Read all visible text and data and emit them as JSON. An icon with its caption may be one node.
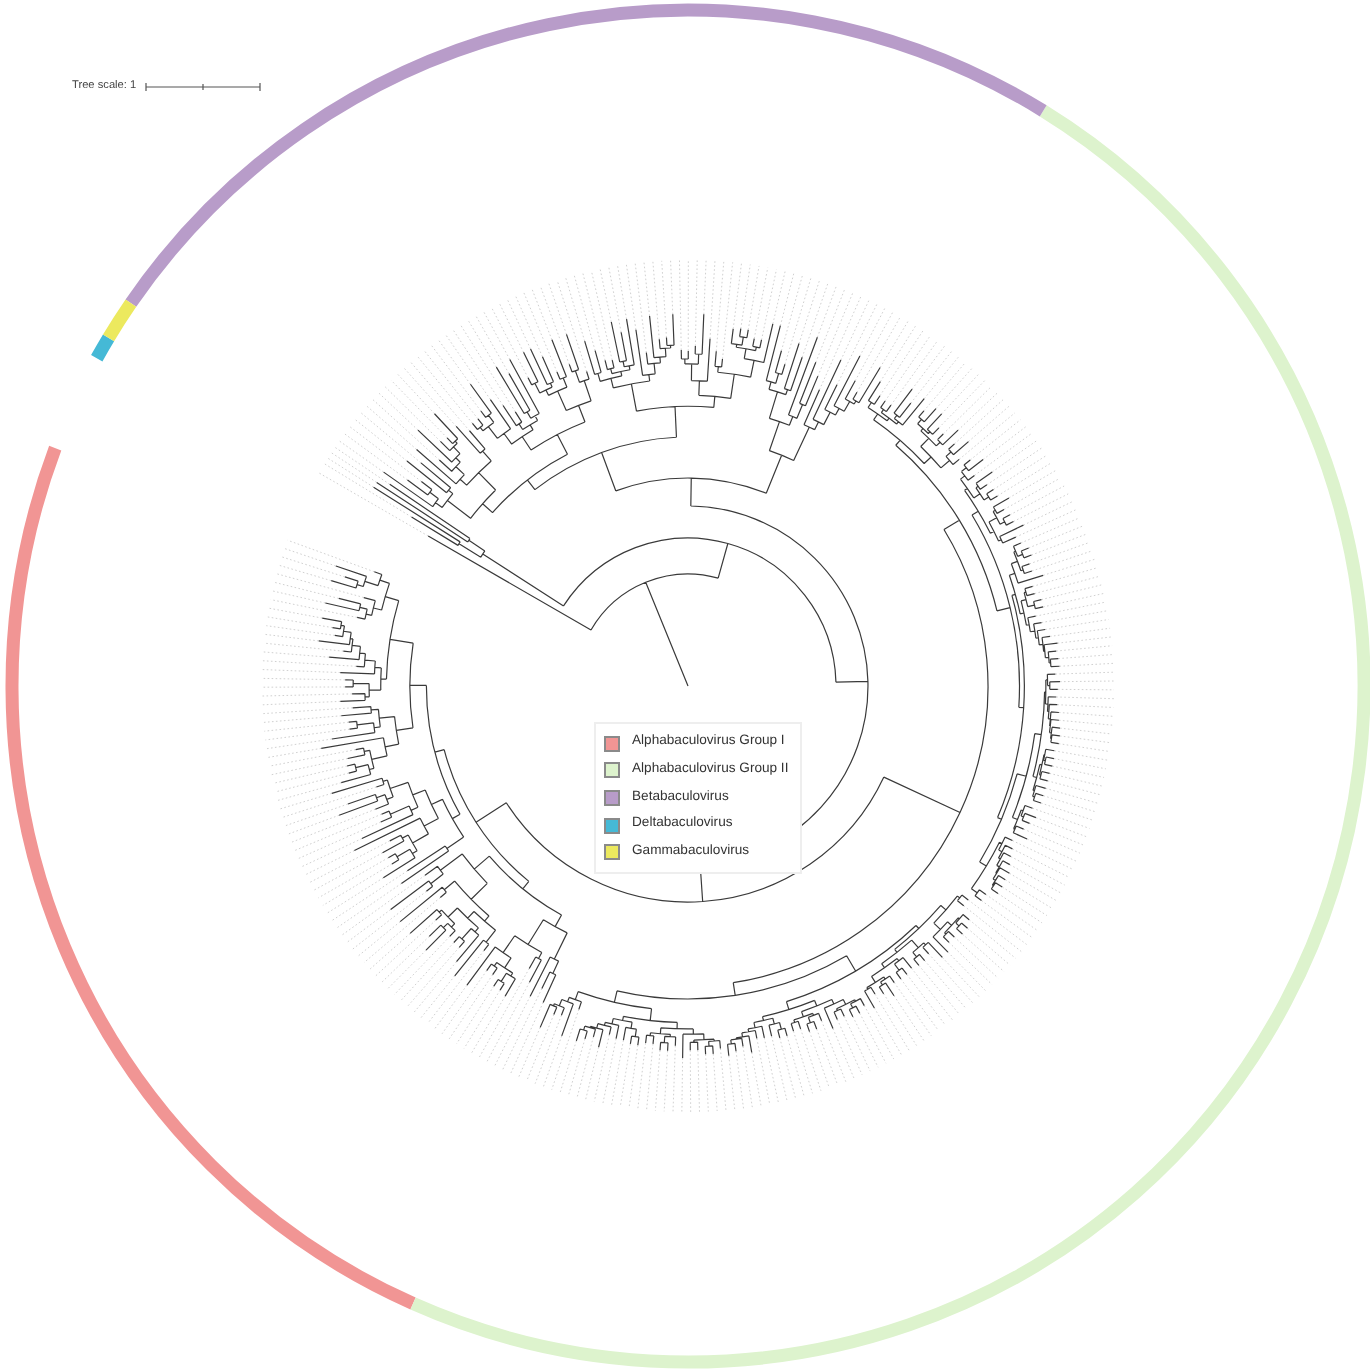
{
  "diagram": {
    "labels": [
      "Tree scale: 1"
    ],
    "legend": [
      {
        "text": "Alphabaculovirus Group I",
        "color": "#f19594"
      },
      {
        "text": "Alphabaculovirus Group II",
        "color": "#ddf3cd"
      },
      {
        "text": "Betabaculovirus",
        "color": "#b89cc9"
      },
      {
        "text": "Deltabaculovirus",
        "color": "#45b9d6"
      },
      {
        "text": "Gammabaculovirus",
        "color": "#ece95e"
      }
    ]
  }
}
